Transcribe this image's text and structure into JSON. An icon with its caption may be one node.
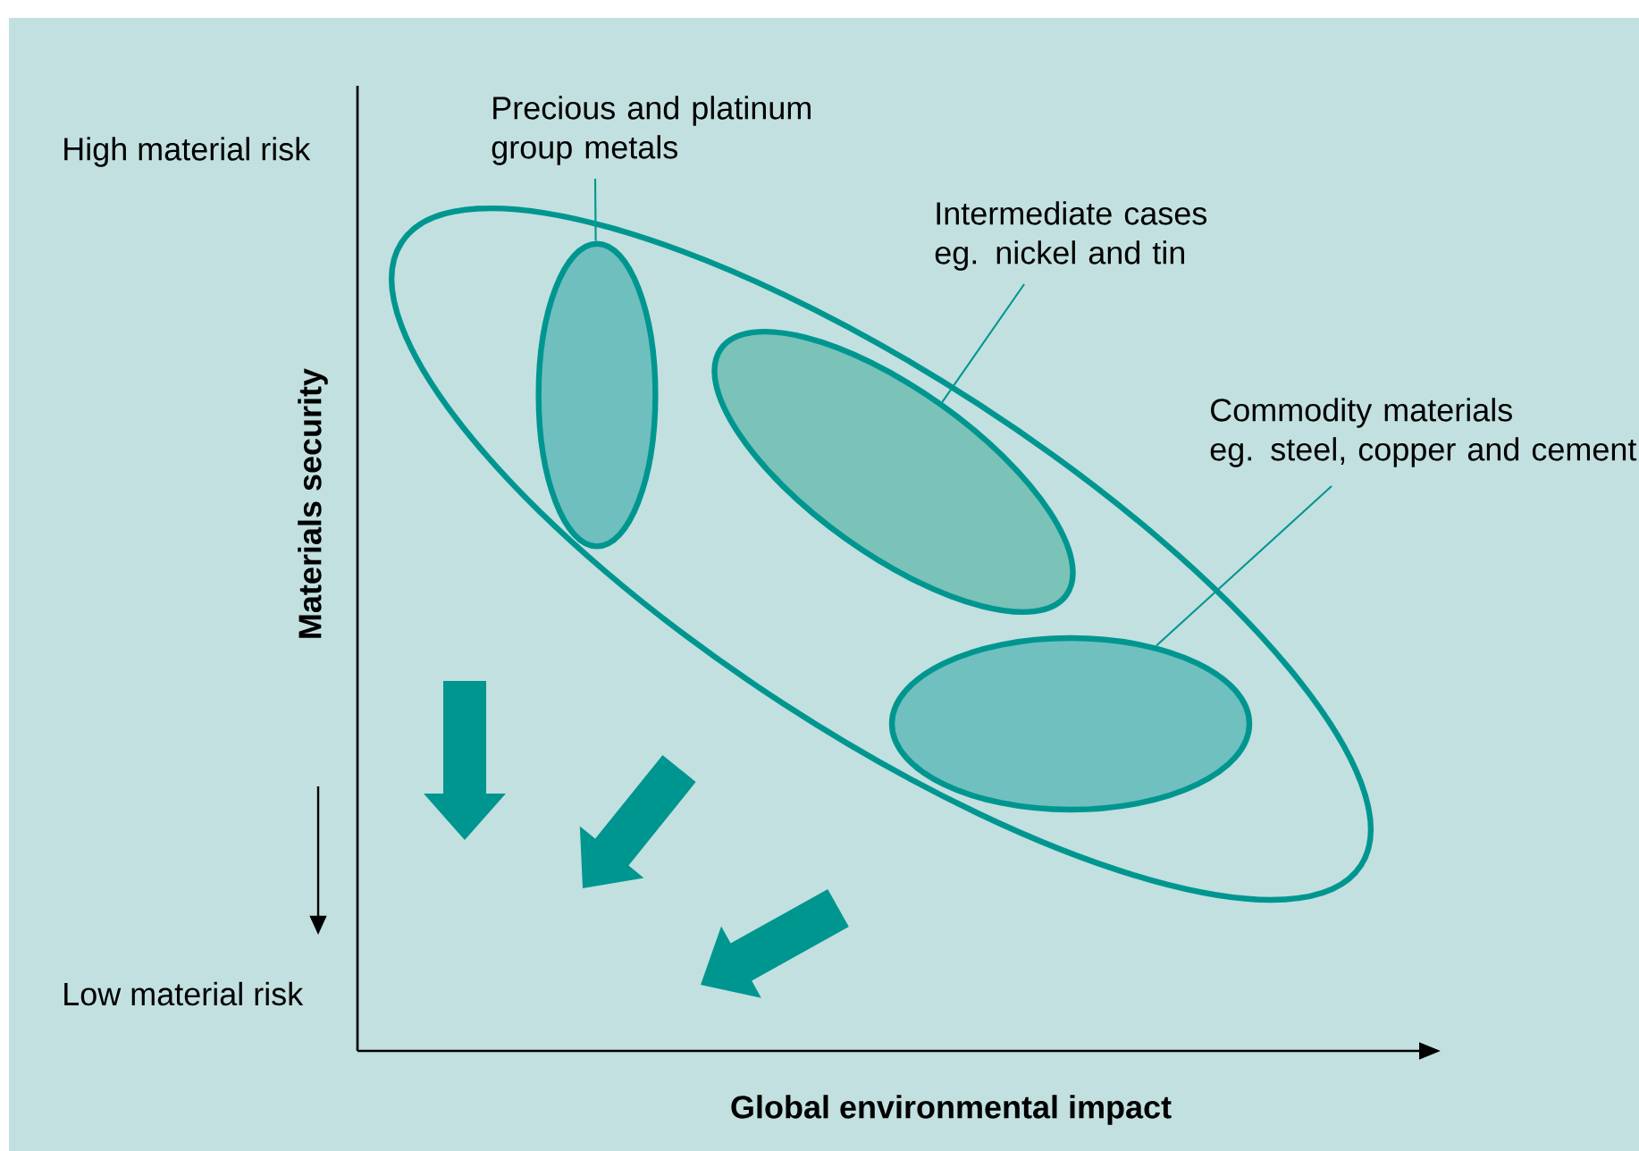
{
  "diagram": {
    "nodes": [
      {
        "text": [],
        "shape": "ellipse"
      },
      {
        "text": [],
        "shape": "ellipse",
        "in": 0
      },
      {
        "text": [],
        "shape": "ellipse",
        "in": 0
      },
      {
        "text": [],
        "shape": "ellipse",
        "in": 0
      },
      {
        "text": [
          "Precious and platinum group metals"
        ]
      },
      {
        "text": [
          "Intermediate cases",
          "eg. nickel and tin"
        ]
      },
      {
        "text": [
          "Commodity materials",
          "eg. steel, copper and cement"
        ]
      }
    ],
    "edges": [
      {
        "from": 4,
        "to": 1,
        "arrow": "none"
      },
      {
        "from": 5,
        "to": 2,
        "arrow": "none"
      },
      {
        "from": 6,
        "to": 3,
        "arrow": "none"
      }
    ],
    "labels": [
      "High material risk",
      "Materials security",
      "Low material risk",
      "Global environmental impact"
    ]
  }
}
